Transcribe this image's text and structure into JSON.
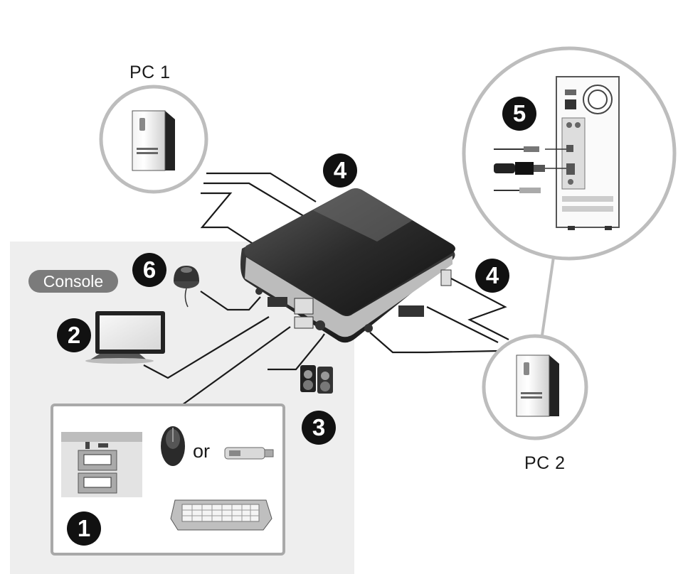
{
  "labels": {
    "pc1": "PC 1",
    "pc2": "PC 2",
    "console": "Console",
    "or": "or"
  },
  "callouts": [
    "1",
    "2",
    "3",
    "4",
    "4",
    "5",
    "6"
  ],
  "icons": [
    "desktop-tower-icon",
    "kvm-switch-icon",
    "monitor-icon",
    "speakers-icon",
    "mouse-icon",
    "usb-drive-icon",
    "keyboard-icon",
    "remote-switch-icon",
    "pc-rear-panel-icon"
  ],
  "colors": {
    "line": "#1a1a1a",
    "console_bg": "#eeeeee",
    "pill": "#7b7b7b",
    "callout": "#111111",
    "circle": "#bdbdbd"
  }
}
